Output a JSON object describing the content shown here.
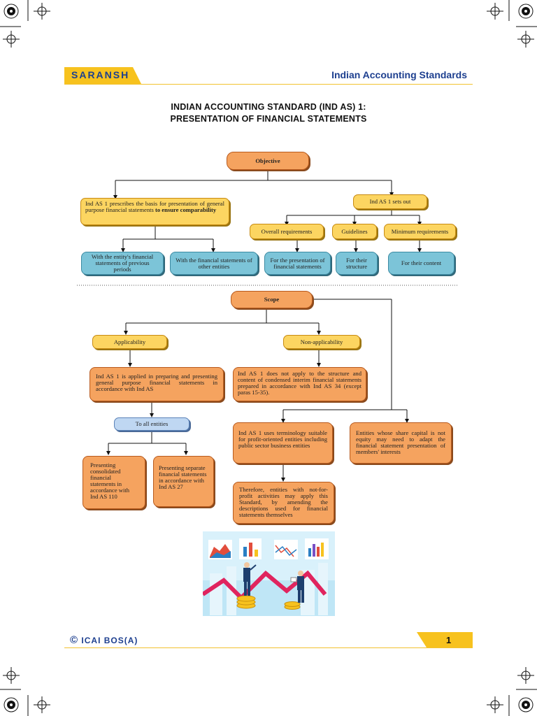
{
  "header": {
    "tag": "SARANSH",
    "title": "Indian Accounting Standards"
  },
  "doc_title": {
    "line1": "INDIAN ACCOUNTING STANDARD (IND AS) 1:",
    "line2": "PRESENTATION OF FINANCIAL STATEMENTS"
  },
  "objective": {
    "label": "Objective",
    "basis_text_a": "Ind AS 1 prescribes the basis for presentation of general purpose financial statements",
    "basis_text_b": "to ensure comparability",
    "sets_out": "Ind AS 1 sets out",
    "requirements": [
      "Overall requirements",
      "Guidelines",
      "Minimum requirements"
    ],
    "comparability": [
      "With the entity's financial statements of previous periods",
      "With the financial statements of other entities"
    ],
    "for": [
      "For the presentation of financial statements",
      "For their structure",
      "For their content"
    ]
  },
  "scope": {
    "label": "Scope",
    "applicability": "Applicability",
    "non_applicability": "Non-applicability",
    "applied_text": "Ind AS 1 is applied in preparing and presenting general purpose financial statements in accordance with Ind AS",
    "not_apply_text": "Ind AS 1 does not apply to the structure and content of condensed interim financial statements prepared in accordance with Ind AS 34 (except paras 15-35).",
    "to_all": "To all entities",
    "consolidated": "Presenting consolidated financial statements in accordance with Ind AS 110",
    "separate": "Presenting separate financial statements in accordance with Ind AS 27",
    "terminology": "Ind AS 1 uses terminology suitable for profit-oriented entities including public sector business entities",
    "share_capital": "Entities whose share capital is not equity may need to adapt the financial statement presentation of members' interests",
    "not_for_profit": "Therefore, entities with not-for-profit activities may apply this Standard, by amending the descriptions used for financial statements themselves"
  },
  "footer": {
    "copyright_symbol": "©",
    "org": "ICAI BOS(A)",
    "page": "1"
  },
  "colors": {
    "brand_blue": "#1d3f8f",
    "accent_yellow": "#f2c230",
    "box_orange": "#f5a35f",
    "box_blue": "#7cc4d8"
  }
}
